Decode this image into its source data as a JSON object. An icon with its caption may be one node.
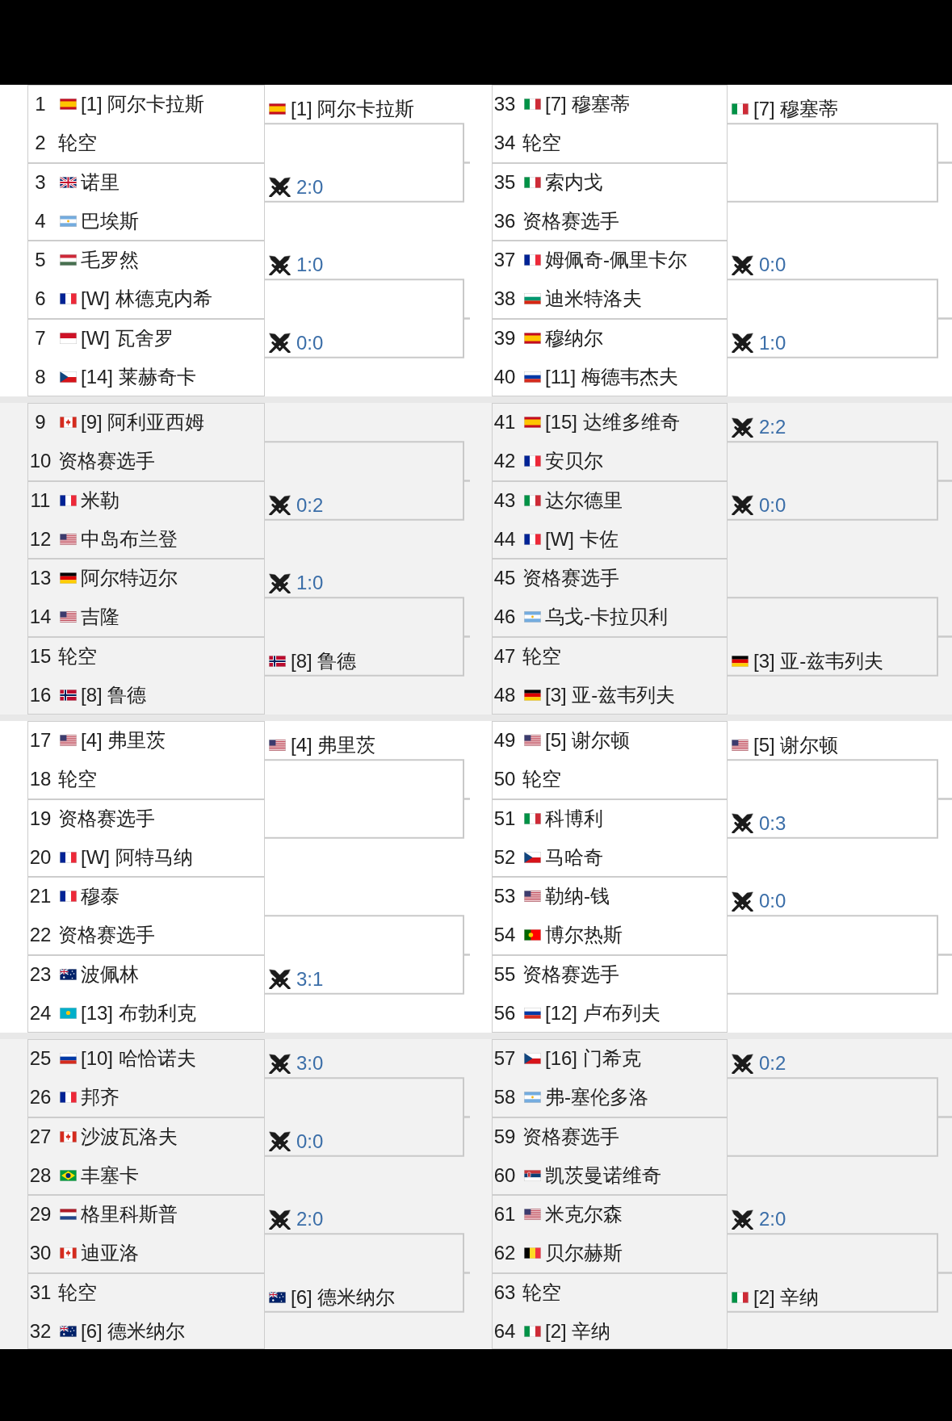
{
  "diagram": {
    "nodes": [
      {
        "text": [
          "1",
          "[1] 阿尔卡拉斯",
          "2",
          "轮空"
        ]
      },
      {
        "text": [
          "3",
          "诺里",
          "4",
          "巴埃斯"
        ]
      },
      {
        "text": [
          "5",
          "毛罗然",
          "6",
          "[W] 林德克内希"
        ]
      },
      {
        "text": [
          "7",
          "[W] 瓦舍罗",
          "8",
          "[14] 莱赫奇卡"
        ]
      },
      {
        "text": [
          "9",
          "[9] 阿利亚西姆",
          "10",
          "资格赛选手"
        ]
      },
      {
        "text": [
          "11",
          "米勒",
          "12",
          "中岛布兰登"
        ]
      },
      {
        "text": [
          "13",
          "阿尔特迈尔",
          "14",
          "吉隆"
        ]
      },
      {
        "text": [
          "15",
          "轮空",
          "16",
          "[8] 鲁德"
        ]
      },
      {
        "text": [
          "17",
          "[4] 弗里茨",
          "18",
          "轮空"
        ]
      },
      {
        "text": [
          "19",
          "资格赛选手",
          "20",
          "[W] 阿特马纳"
        ]
      },
      {
        "text": [
          "21",
          "穆泰",
          "22",
          "资格赛选手"
        ]
      },
      {
        "text": [
          "23",
          "波佩林",
          "24",
          "[13] 布勃利克"
        ]
      },
      {
        "text": [
          "25",
          "[10] 哈恰诺夫",
          "26",
          "邦齐"
        ]
      },
      {
        "text": [
          "27",
          "沙波瓦洛夫",
          "28",
          "丰塞卡"
        ]
      },
      {
        "text": [
          "29",
          "格里科斯普",
          "30",
          "迪亚洛"
        ]
      },
      {
        "text": [
          "31",
          "轮空",
          "32",
          "[6] 德米纳尔"
        ]
      },
      {
        "text": [
          "33",
          "[7] 穆塞蒂",
          "34",
          "轮空"
        ]
      },
      {
        "text": [
          "35",
          "索内戈",
          "36",
          "资格赛选手"
        ]
      },
      {
        "text": [
          "37",
          "姆佩奇-佩里卡尔",
          "38",
          "迪米特洛夫"
        ]
      },
      {
        "text": [
          "39",
          "穆纳尔",
          "40",
          "[11] 梅德韦杰夫"
        ]
      },
      {
        "text": [
          "41",
          "[15] 达维多维奇",
          "42",
          "安贝尔"
        ]
      },
      {
        "text": [
          "43",
          "达尔德里",
          "44",
          "[W] 卡佐"
        ]
      },
      {
        "text": [
          "45",
          "资格赛选手",
          "46",
          "乌戈-卡拉贝利"
        ]
      },
      {
        "text": [
          "47",
          "轮空",
          "48",
          "[3] 亚-兹韦列夫"
        ]
      },
      {
        "text": [
          "49",
          "[5] 谢尔顿",
          "50",
          "轮空"
        ]
      },
      {
        "text": [
          "51",
          "科博利",
          "52",
          "马哈奇"
        ]
      },
      {
        "text": [
          "53",
          "勒纳-钱",
          "54",
          "博尔热斯"
        ]
      },
      {
        "text": [
          "55",
          "资格赛选手",
          "56",
          "[12] 卢布列夫"
        ]
      },
      {
        "text": [
          "57",
          "[16] 门希克",
          "58",
          "弗-塞伦多洛"
        ]
      },
      {
        "text": [
          "59",
          "资格赛选手",
          "60",
          "凯茨曼诺维奇"
        ]
      },
      {
        "text": [
          "61",
          "米克尔森",
          "62",
          "贝尔赫斯"
        ]
      },
      {
        "text": [
          "63",
          "轮空",
          "64",
          "[2] 辛纳"
        ]
      }
    ],
    "edges": [
      {
        "from": 0,
        "to": null,
        "arrow": "none",
        "label": "[1] 阿尔卡拉斯"
      },
      {
        "from": 1,
        "to": null,
        "arrow": "none",
        "label": "2:0"
      },
      {
        "from": 2,
        "to": null,
        "arrow": "none",
        "label": "1:0"
      },
      {
        "from": 3,
        "to": null,
        "arrow": "none",
        "label": "0:0"
      },
      {
        "from": 4,
        "to": null,
        "arrow": "none"
      },
      {
        "from": 5,
        "to": null,
        "arrow": "none",
        "label": "0:2"
      },
      {
        "from": 6,
        "to": null,
        "arrow": "none",
        "label": "1:0"
      },
      {
        "from": 7,
        "to": null,
        "arrow": "none",
        "label": "[8] 鲁德"
      },
      {
        "from": 8,
        "to": null,
        "arrow": "none",
        "label": "[4] 弗里茨"
      },
      {
        "from": 9,
        "to": null,
        "arrow": "none"
      },
      {
        "from": 10,
        "to": null,
        "arrow": "none"
      },
      {
        "from": 11,
        "to": null,
        "arrow": "none",
        "label": "3:1"
      },
      {
        "from": 12,
        "to": null,
        "arrow": "none",
        "label": "3:0"
      },
      {
        "from": 13,
        "to": null,
        "arrow": "none",
        "label": "0:0"
      },
      {
        "from": 14,
        "to": null,
        "arrow": "none",
        "label": "2:0"
      },
      {
        "from": 15,
        "to": null,
        "arrow": "none",
        "label": "[6] 德米纳尔"
      },
      {
        "from": 16,
        "to": null,
        "arrow": "none",
        "label": "[7] 穆塞蒂"
      },
      {
        "from": 17,
        "to": null,
        "arrow": "none"
      },
      {
        "from": 18,
        "to": null,
        "arrow": "none",
        "label": "0:0"
      },
      {
        "from": 19,
        "to": null,
        "arrow": "none",
        "label": "1:0"
      },
      {
        "from": 20,
        "to": null,
        "arrow": "none",
        "label": "2:2"
      },
      {
        "from": 21,
        "to": null,
        "arrow": "none",
        "label": "0:0"
      },
      {
        "from": 22,
        "to": null,
        "arrow": "none"
      },
      {
        "from": 23,
        "to": null,
        "arrow": "none",
        "label": "[3] 亚-兹韦列夫"
      },
      {
        "from": 24,
        "to": null,
        "arrow": "none",
        "label": "[5] 谢尔顿"
      },
      {
        "from": 25,
        "to": null,
        "arrow": "none",
        "label": "0:3"
      },
      {
        "from": 26,
        "to": null,
        "arrow": "none",
        "label": "0:0"
      },
      {
        "from": 27,
        "to": null,
        "arrow": "none"
      },
      {
        "from": 28,
        "to": null,
        "arrow": "none",
        "label": "0:2"
      },
      {
        "from": 29,
        "to": null,
        "arrow": "none"
      },
      {
        "from": 30,
        "to": null,
        "arrow": "none",
        "label": "2:0"
      },
      {
        "from": 31,
        "to": null,
        "arrow": "none",
        "label": "[2] 辛纳"
      }
    ]
  }
}
